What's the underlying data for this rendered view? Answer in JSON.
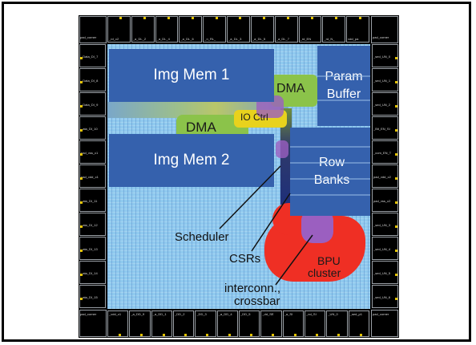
{
  "colors": {
    "memory_block": "#3561ad",
    "core_fill": "#8fc9ee",
    "dma_green": "#8bc34a",
    "bpu_red": "#ef2f24",
    "bpu_purple": "#9b5fc0",
    "io_yellow": "#e8d21d",
    "pad_ring": "#000000",
    "label_dark": "#111111"
  },
  "blocks": {
    "img_mem_1": "Img Mem 1",
    "img_mem_2": "Img Mem 2",
    "param_buffer_line1": "Param",
    "param_buffer_line2": "Buffer",
    "row_banks_line1": "Row",
    "row_banks_line2": "Banks"
  },
  "labels": {
    "dma_top": "DMA",
    "dma_left": "DMA",
    "io_ctrl": "IO Ctrl",
    "scheduler": "Scheduler",
    "csrs": "CSRs",
    "bpu_line1": "BPU",
    "bpu_line2": "cluster",
    "interconn_line1": "interconn.,",
    "interconn_line2": "crossbar"
  },
  "pads": {
    "top": [
      "pad_corner",
      "_rd_c2",
      "_a_DL_2",
      "_a_DL_4",
      "_a_DL_6",
      "_n_RL_",
      "_a_DL_3",
      "_a_DL_5",
      "_a_DL_7",
      "_rd_EN",
      "_rd_N_",
      "vdd_pa",
      "pad_corner"
    ],
    "bottom": [
      "pad_corner",
      "_vdd_c1",
      "_a_DD_9",
      "_a_DD_1",
      "_DD_2",
      "_DD_3",
      "_a_DD_4",
      "_DD_5",
      "_dd_SE",
      "_a_SI",
      "_nd_SI",
      "_UN_0",
      "_sed_p1",
      "pad_corner"
    ],
    "left": [
      "_Data_DI_7",
      "_Data_DI_8",
      "_Data_DI_9",
      "_ata_DI_10",
      "pad_vss_c1",
      "pad_vdd_c1",
      "_ata_DI_11",
      "_ata_DI_12",
      "_ata_DI_13",
      "_ata_DI_14",
      "_ata_DI_15"
    ],
    "right": [
      "_sed_UN_0",
      "_sed_UN_1",
      "_sed_UN_2",
      "_Bit_EN_SI",
      "_com_EN_T",
      "pad_vdd_c2",
      "pad_vss_c2",
      "_sed_UN_3",
      "_sed_UN_4",
      "_sed_UN_5",
      "_sed_UN_6"
    ]
  }
}
